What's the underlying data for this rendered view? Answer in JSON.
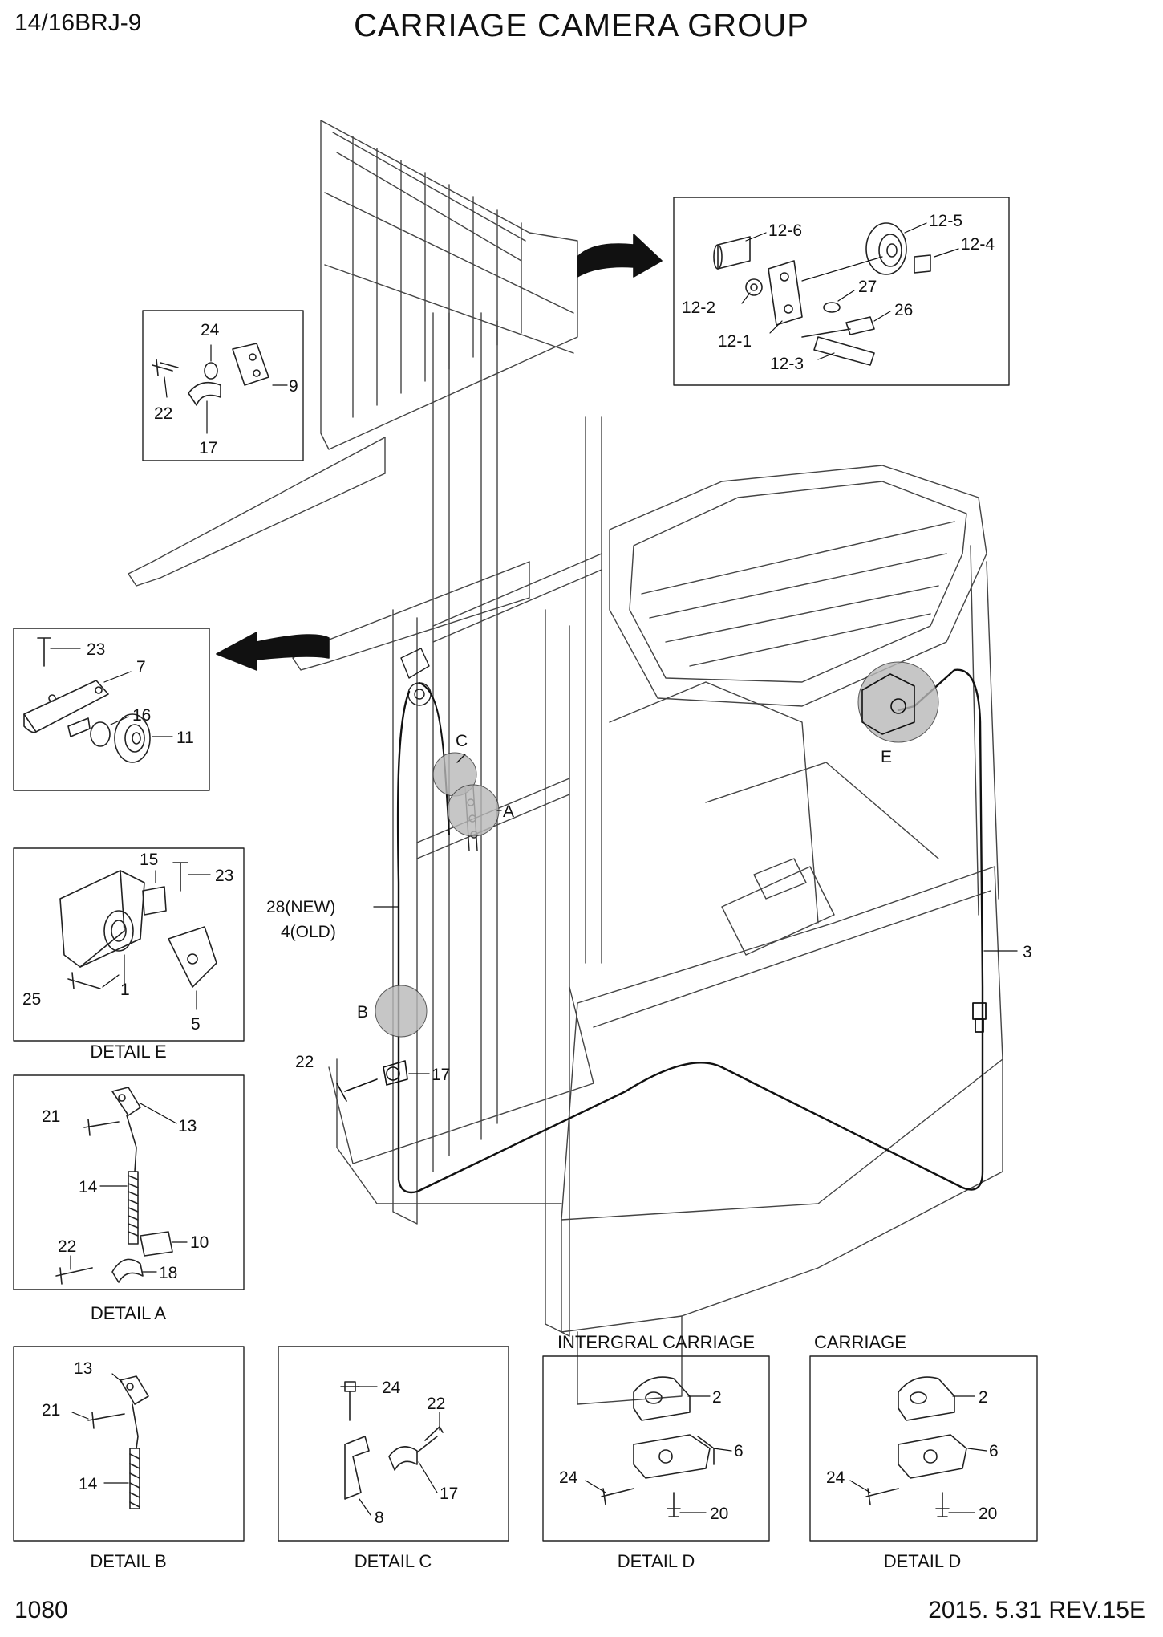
{
  "header": {
    "model": "14/16BRJ-9",
    "title": "CARRIAGE CAMERA GROUP"
  },
  "footer": {
    "page_number": "1080",
    "revision": "2015. 5.31  REV.15E"
  },
  "main_callouts": {
    "A": "A",
    "B": "B",
    "C": "C",
    "E": "E",
    "cable_new": "28(NEW)",
    "cable_old": "4(OLD)",
    "p3": "3",
    "p22": "22",
    "p17": "17"
  },
  "detail_top_right": {
    "p12_6": "12-6",
    "p12_5": "12-5",
    "p12_4": "12-4",
    "p12_2": "12-2",
    "p27": "27",
    "p26": "26",
    "p12_1": "12-1",
    "p12_3": "12-3"
  },
  "detail_top_left": {
    "p24": "24",
    "p22": "22",
    "p9": "9",
    "p17": "17"
  },
  "detail_pulley": {
    "p23": "23",
    "p7": "7",
    "p16": "16",
    "p11": "11"
  },
  "detail_e": {
    "caption": "DETAIL E",
    "p15": "15",
    "p23": "23",
    "p25": "25",
    "p1": "1",
    "p5": "5"
  },
  "detail_a": {
    "caption": "DETAIL A",
    "p21": "21",
    "p13": "13",
    "p14": "14",
    "p10": "10",
    "p22": "22",
    "p18": "18"
  },
  "detail_b": {
    "caption": "DETAIL B",
    "p13": "13",
    "p21": "21",
    "p14": "14"
  },
  "detail_c": {
    "caption": "DETAIL C",
    "p24": "24",
    "p22": "22",
    "p17": "17",
    "p8": "8"
  },
  "detail_d1": {
    "heading": "INTERGRAL CARRIAGE",
    "caption": "DETAIL D",
    "p2": "2",
    "p6": "6",
    "p24": "24",
    "p20": "20"
  },
  "detail_d2": {
    "heading": "CARRIAGE",
    "caption": "DETAIL D",
    "p2": "2",
    "p6": "6",
    "p24": "24",
    "p20": "20"
  }
}
